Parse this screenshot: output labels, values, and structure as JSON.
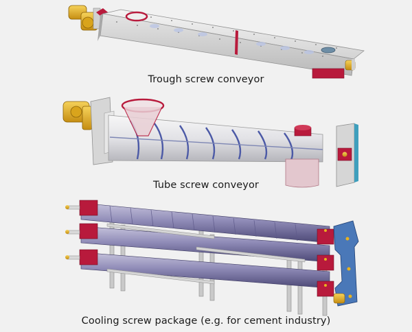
{
  "captions": {
    "trough": "Trough screw conveyor",
    "tube": "Tube screw conveyor",
    "cooling": "Cooling screw package (e.g. for cement industry)"
  },
  "colors": {
    "background": "#f1f1f1",
    "motor_yellow": "#e8b21f",
    "flange_red": "#b81a3c",
    "frame_grey": "#bdbdbd",
    "tube_purple": "#8a86b3",
    "bracket_blue": "#4a78b8"
  },
  "illustrations": [
    {
      "id": "trough",
      "icon": "trough-screw-conveyor-illustration"
    },
    {
      "id": "tube",
      "icon": "tube-screw-conveyor-illustration"
    },
    {
      "id": "cooling",
      "icon": "cooling-screw-package-illustration"
    }
  ]
}
